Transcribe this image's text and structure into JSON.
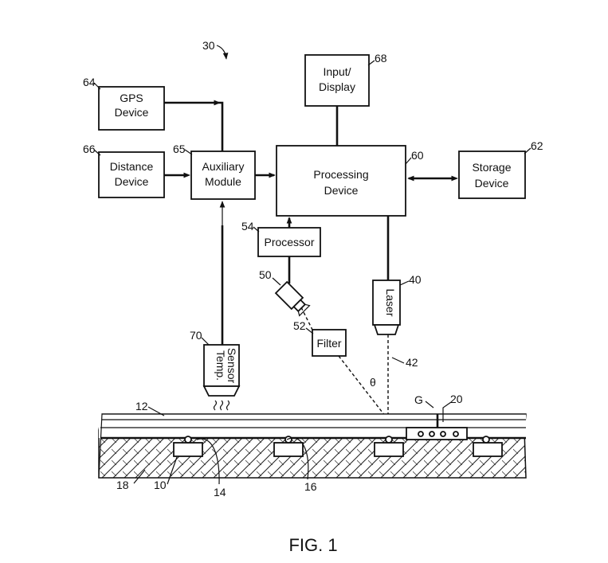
{
  "figure": {
    "number": "30",
    "caption": "FIG. 1"
  },
  "boxes": {
    "gps": {
      "line1": "GPS",
      "line2": "Device",
      "ref": "64"
    },
    "distance": {
      "line1": "Distance",
      "line2": "Device",
      "ref": "66"
    },
    "auxiliary": {
      "line1": "Auxiliary",
      "line2": "Module",
      "ref": "65"
    },
    "input_display": {
      "line1": "Input/",
      "line2": "Display",
      "ref": "68"
    },
    "processing": {
      "line1": "Processing",
      "line2": "Device",
      "ref": "60"
    },
    "storage": {
      "line1": "Storage",
      "line2": "Device",
      "ref": "62"
    },
    "processor": {
      "line1": "Processor",
      "ref": "54"
    },
    "filter": {
      "line1": "Filter",
      "ref": "52"
    },
    "laser": {
      "line1": "Laser",
      "ref": "40"
    },
    "temp_sensor": {
      "line1": "Temp.",
      "line2": "Sensor",
      "ref": "70"
    }
  },
  "camera": {
    "ref": "50"
  },
  "beam": {
    "ref": "42",
    "angle": "θ"
  },
  "track": {
    "rail_ref": "12",
    "gap_label": "G",
    "gap_ref": "20",
    "ground_ref": "18",
    "tie_ref": "10",
    "fastener_ref_1": "14",
    "fastener_ref_2": "16"
  },
  "colors": {
    "ink": "#111111",
    "paper": "#ffffff"
  }
}
